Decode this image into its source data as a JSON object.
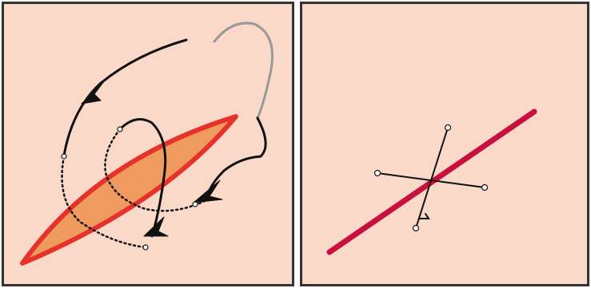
{
  "colors": {
    "background": "#fbd9c9",
    "frame": "#333333",
    "wound_fill": "#ef9a5e",
    "wound_edge": "#e5322b",
    "suture_line": "#111111",
    "suture_tail": "#999999",
    "incision_line": "#c8103f",
    "knot_marker": "#ffffff"
  },
  "panels": {
    "left": {
      "icons": [
        "wound-shape",
        "suture-thread",
        "direction-arrow"
      ]
    },
    "right": {
      "icons": [
        "incision-line",
        "cross-suture"
      ]
    }
  }
}
